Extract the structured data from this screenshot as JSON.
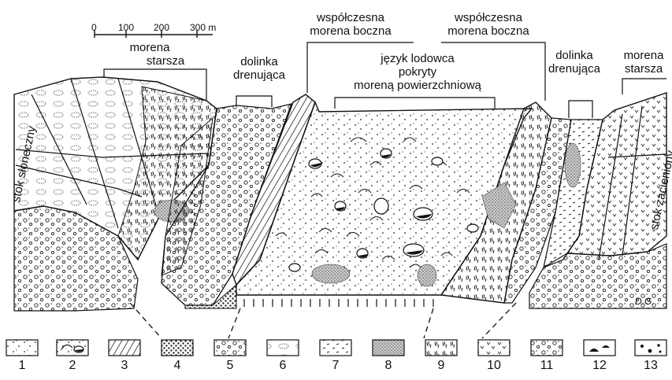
{
  "scale_bar": {
    "ticks": [
      "0",
      "100",
      "200",
      "300 m"
    ]
  },
  "labels": {
    "moraine_old_left": [
      "morena",
      "starsza"
    ],
    "drain_left": [
      "dolinka",
      "drenująca"
    ],
    "lateral_left": [
      "współczesna",
      "morena boczna"
    ],
    "lateral_right": [
      "współczesna",
      "morena boczna"
    ],
    "tongue": [
      "język lodowca",
      "pokryty",
      "moreną powierzchniową"
    ],
    "drain_right": [
      "dolinka",
      "drenująca"
    ],
    "moraine_old_right": [
      "morena",
      "starsza"
    ],
    "slope_left": "stok słoneczny",
    "slope_right": "stok zacieniony"
  },
  "signature": "D.G.",
  "legend": {
    "items": [
      "1",
      "2",
      "3",
      "4",
      "5",
      "6",
      "7",
      "8",
      "9",
      "10",
      "11",
      "12",
      "13"
    ]
  }
}
